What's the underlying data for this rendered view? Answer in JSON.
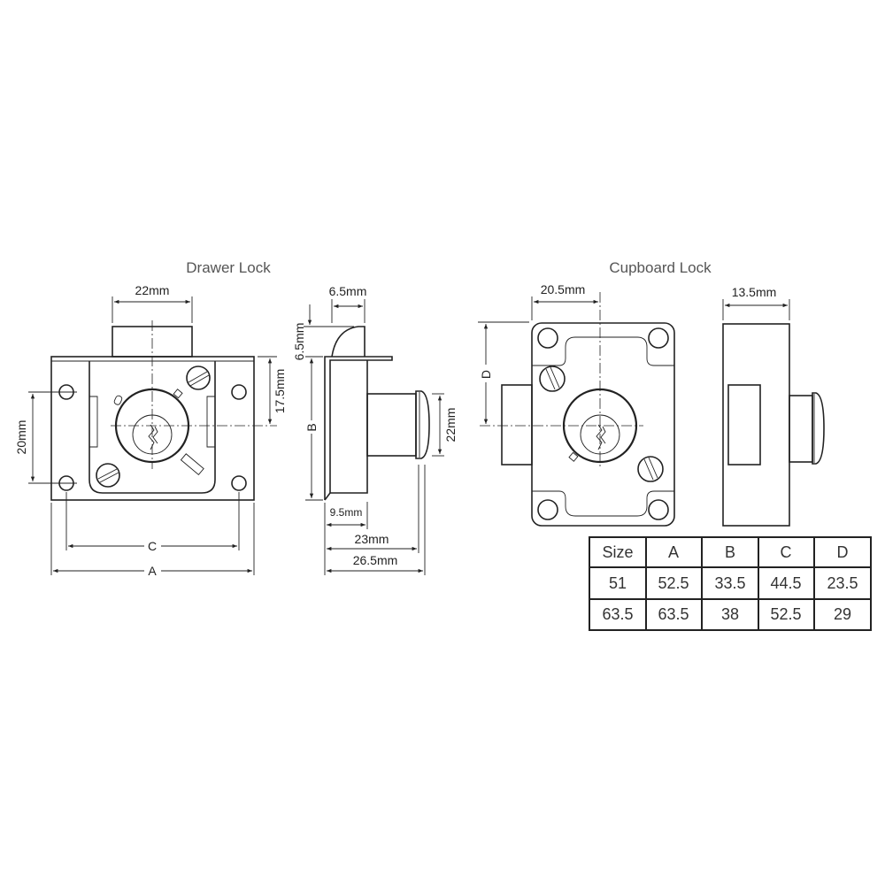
{
  "drawer_lock": {
    "title": "Drawer Lock",
    "dims": {
      "bolt_width": "22mm",
      "bolt_offset": "17.5mm",
      "hole_spacing": "20mm",
      "c_label": "C",
      "a_label": "A",
      "bolt_top_width": "6.5mm",
      "bolt_height": "6.5mm",
      "b_label": "B",
      "body_depth": "9.5mm",
      "depth_23": "23mm",
      "depth_26": "26.5mm",
      "cyl_dia": "22mm"
    }
  },
  "cupboard_lock": {
    "title": "Cupboard Lock",
    "dims": {
      "bolt_offset": "20.5mm",
      "d_label": "D",
      "depth": "13.5mm"
    }
  },
  "size_table": {
    "headers": [
      "Size",
      "A",
      "B",
      "C",
      "D"
    ],
    "rows": [
      [
        "51",
        "52.5",
        "33.5",
        "44.5",
        "23.5"
      ],
      [
        "63.5",
        "63.5",
        "38",
        "52.5",
        "29"
      ]
    ]
  }
}
